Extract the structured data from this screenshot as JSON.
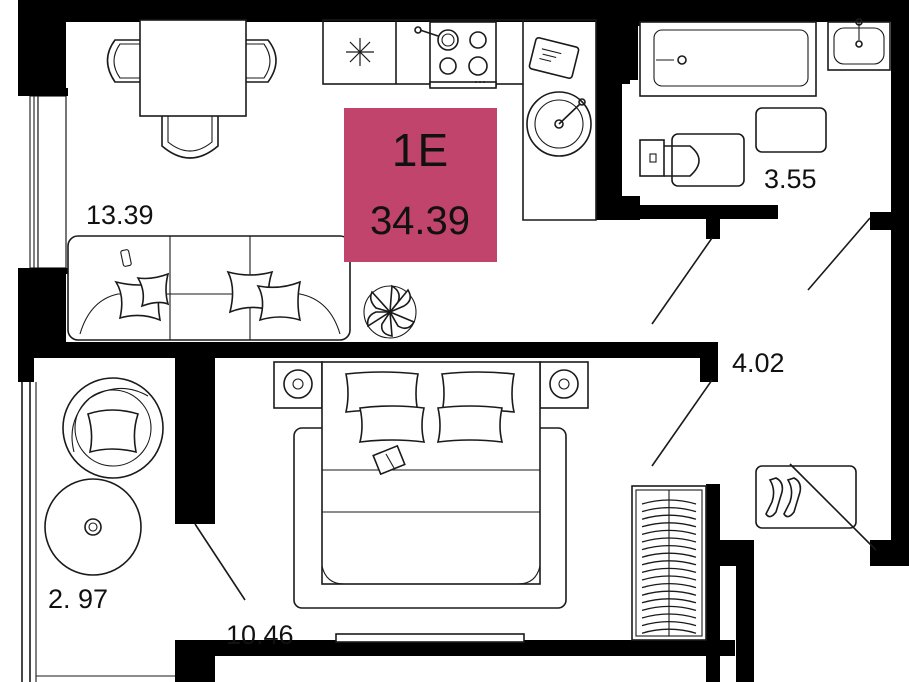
{
  "apartment": {
    "type_code": "1E",
    "total_area": "34.39",
    "badge_color": "#c0446c"
  },
  "rooms": {
    "kitchen_living": "13.39",
    "bathroom": "3.55",
    "hallway": "4.02",
    "bedroom": "10.46",
    "balcony": "2. 97"
  },
  "colors": {
    "wall": "#000000",
    "furniture_line": "#1a1a1a"
  }
}
